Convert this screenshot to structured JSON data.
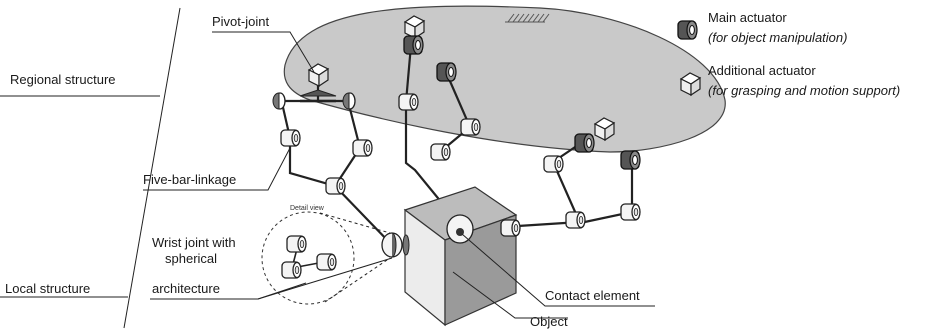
{
  "labels": {
    "regional_structure": "Regional structure",
    "local_structure": "Local structure",
    "pivot_joint": "Pivot-joint",
    "five_bar_linkage": "Five-bar-linkage",
    "wrist_joint_line1": "Wrist joint with",
    "wrist_joint_line2": "spherical",
    "wrist_joint_line3": "architecture",
    "detail_view": "Detail view",
    "contact_element": "Contact element",
    "object": "Object"
  },
  "legend": {
    "main_title": "Main actuator",
    "main_sub": "(for object manipulation)",
    "additional_title": "Additional actuator",
    "additional_sub": "(for grasping and motion support)"
  },
  "colors": {
    "base_plate": "#c9c9c9",
    "object_front": "#9a9a9a",
    "object_top": "#bcbcbc",
    "object_side": "#ececec",
    "link": "#222222"
  }
}
